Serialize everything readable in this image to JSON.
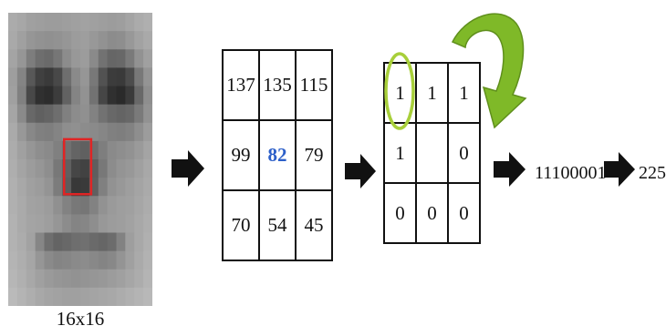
{
  "face": {
    "caption": "16x16",
    "pixels": [
      [
        171,
        167,
        160,
        158,
        156,
        156,
        158,
        160,
        162,
        160,
        158,
        156,
        158,
        164,
        171,
        175
      ],
      [
        169,
        160,
        150,
        146,
        144,
        146,
        150,
        156,
        158,
        152,
        146,
        140,
        142,
        152,
        162,
        169
      ],
      [
        164,
        150,
        125,
        110,
        106,
        118,
        140,
        152,
        156,
        138,
        114,
        102,
        104,
        122,
        146,
        160
      ],
      [
        158,
        132,
        88,
        64,
        58,
        72,
        110,
        138,
        150,
        120,
        82,
        60,
        58,
        76,
        120,
        148
      ],
      [
        160,
        128,
        72,
        48,
        44,
        60,
        98,
        132,
        146,
        114,
        70,
        48,
        42,
        58,
        104,
        142
      ],
      [
        165,
        138,
        104,
        96,
        100,
        110,
        128,
        140,
        144,
        130,
        114,
        104,
        100,
        104,
        122,
        146
      ],
      [
        170,
        152,
        136,
        128,
        126,
        132,
        142,
        144,
        140,
        138,
        134,
        128,
        126,
        130,
        142,
        156
      ],
      [
        172,
        160,
        150,
        142,
        138,
        128,
        112,
        100,
        96,
        110,
        126,
        138,
        142,
        146,
        154,
        164
      ],
      [
        174,
        164,
        156,
        150,
        142,
        120,
        96,
        70,
        66,
        94,
        120,
        140,
        148,
        152,
        160,
        168
      ],
      [
        176,
        168,
        160,
        156,
        148,
        124,
        92,
        56,
        58,
        96,
        128,
        146,
        152,
        158,
        164,
        170
      ],
      [
        176,
        170,
        162,
        160,
        156,
        144,
        130,
        120,
        118,
        130,
        146,
        154,
        158,
        160,
        166,
        172
      ],
      [
        178,
        170,
        164,
        162,
        158,
        150,
        140,
        132,
        134,
        142,
        152,
        156,
        158,
        162,
        168,
        174
      ],
      [
        178,
        172,
        162,
        134,
        110,
        100,
        104,
        110,
        112,
        106,
        102,
        108,
        130,
        158,
        168,
        176
      ],
      [
        180,
        174,
        166,
        150,
        138,
        132,
        134,
        138,
        140,
        136,
        132,
        136,
        148,
        160,
        170,
        178
      ],
      [
        182,
        176,
        168,
        160,
        154,
        150,
        148,
        146,
        148,
        150,
        152,
        156,
        160,
        166,
        172,
        180
      ],
      [
        186,
        180,
        174,
        168,
        164,
        162,
        160,
        160,
        162,
        164,
        166,
        168,
        172,
        176,
        180,
        184
      ]
    ],
    "highlight_color": "#e02424"
  },
  "neighborhood": {
    "rows": [
      [
        "137",
        "135",
        "115"
      ],
      [
        "99",
        "82",
        "79"
      ],
      [
        "70",
        "54",
        "45"
      ]
    ],
    "center_color": "#2c5fc9"
  },
  "binary_grid": {
    "rows": [
      [
        "1",
        "1",
        "1"
      ],
      [
        "1",
        "",
        "0"
      ],
      [
        "0",
        "0",
        "0"
      ]
    ],
    "circle_color": "#a8cf3a",
    "curved_arrow_color": "#7fb928"
  },
  "binary_code": "11100001",
  "decimal_value": "225"
}
